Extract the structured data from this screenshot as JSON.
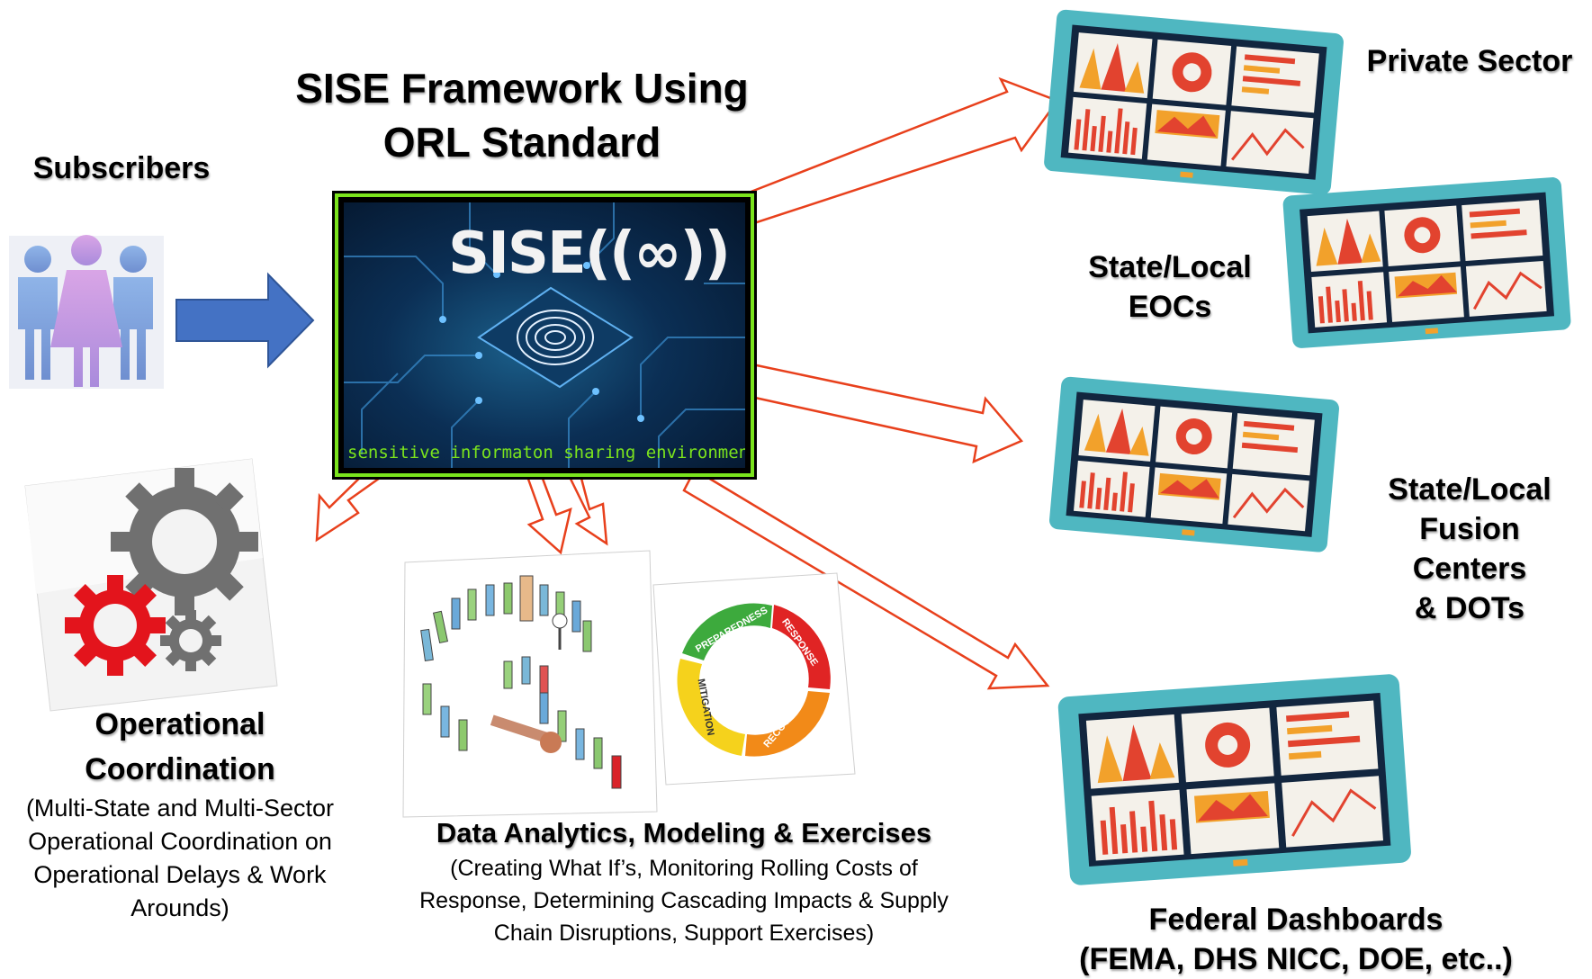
{
  "title": {
    "line1": "SISE Framework Using",
    "line2": "ORL Standard"
  },
  "subscribers": {
    "label": "Subscribers"
  },
  "sise": {
    "logo": "SISE((∞))",
    "tagline": "sensitive informaton sharing  environment"
  },
  "outputs": {
    "private_sector": "Private Sector",
    "eocs": {
      "line1": "State/Local",
      "line2": "EOCs"
    },
    "fusion": {
      "line1": "State/Local",
      "line2": "Fusion Centers",
      "line3": "& DOTs"
    },
    "federal": {
      "line1": "Federal Dashboards",
      "line2": "(FEMA, DHS NICC, DOE, etc..)"
    }
  },
  "operational": {
    "title1": "Operational",
    "title2": "Coordination",
    "desc": [
      "(Multi-State and Multi-Sector",
      "Operational Coordination on",
      "Operational Delays & Work",
      "Arounds)"
    ]
  },
  "analytics": {
    "title": "Data Analytics, Modeling & Exercises",
    "desc": [
      "(Creating What If’s, Monitoring Rolling Costs of",
      "Response, Determining Cascading Impacts & Supply",
      "Chain Disruptions, Support Exercises)"
    ]
  },
  "cycle": {
    "phases": [
      "PREPAREDNESS",
      "RESPONSE",
      "RECOVERY",
      "MITIGATION"
    ]
  },
  "colors": {
    "arrow_blue": "#4472c4",
    "arrow_red": "#e8401c",
    "sise_border": "#7be41d",
    "tablet": "#4fb7c1",
    "screen": "#12263f"
  }
}
